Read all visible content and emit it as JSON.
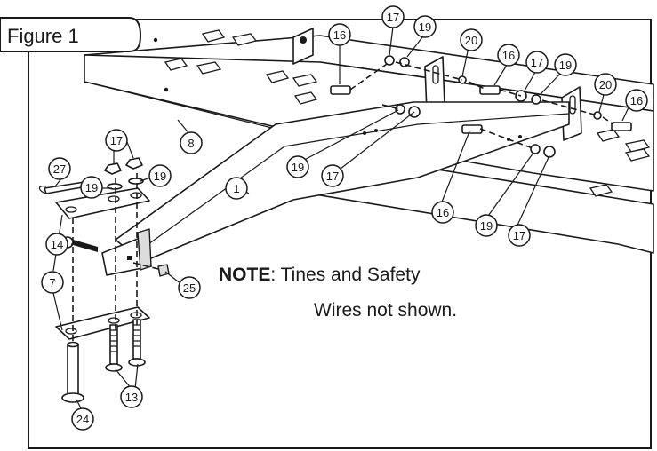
{
  "figure_label": "Figure 1",
  "note": {
    "prefix": "NOTE",
    "line1": ": Tines and Safety",
    "line2": "Wires not shown."
  },
  "callouts": {
    "c1": "1",
    "c7": "7",
    "c8": "8",
    "c13": "13",
    "c14": "14",
    "c16a": "16",
    "c16b": "16",
    "c16c": "16",
    "c16d": "16",
    "c17a": "17",
    "c17b": "17",
    "c17c": "17",
    "c17d": "17",
    "c17e": "17",
    "c19a": "19",
    "c19b": "19",
    "c19c": "19",
    "c19d": "19",
    "c19e": "19",
    "c19f": "19",
    "c20a": "20",
    "c20b": "20",
    "c24": "24",
    "c25": "25",
    "c27": "27"
  }
}
